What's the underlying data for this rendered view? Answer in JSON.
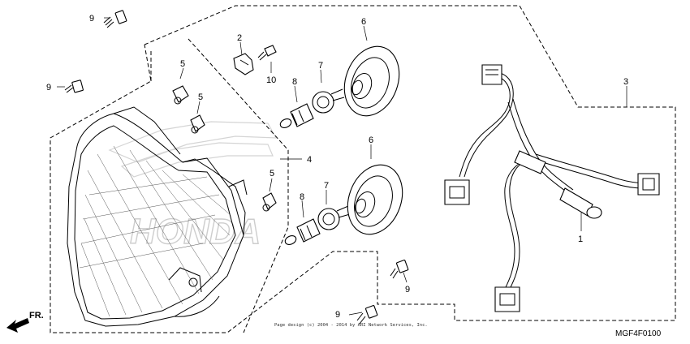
{
  "diagram": {
    "callouts": {
      "c1": "1",
      "c2": "2",
      "c3": "3",
      "c4": "4",
      "c5a": "5",
      "c5b": "5",
      "c5c": "5",
      "c6a": "6",
      "c6b": "6",
      "c7a": "7",
      "c7b": "7",
      "c8a": "8",
      "c8b": "8",
      "c9a": "9",
      "c9b": "9",
      "c9c": "9",
      "c9d": "9",
      "c10": "10"
    },
    "direction_label": "FR.",
    "diagram_code": "MGF4F0100",
    "copyright": "Page design (c) 2004 - 2014 by ARI Network Services, Inc.",
    "watermark": "HONDA"
  }
}
